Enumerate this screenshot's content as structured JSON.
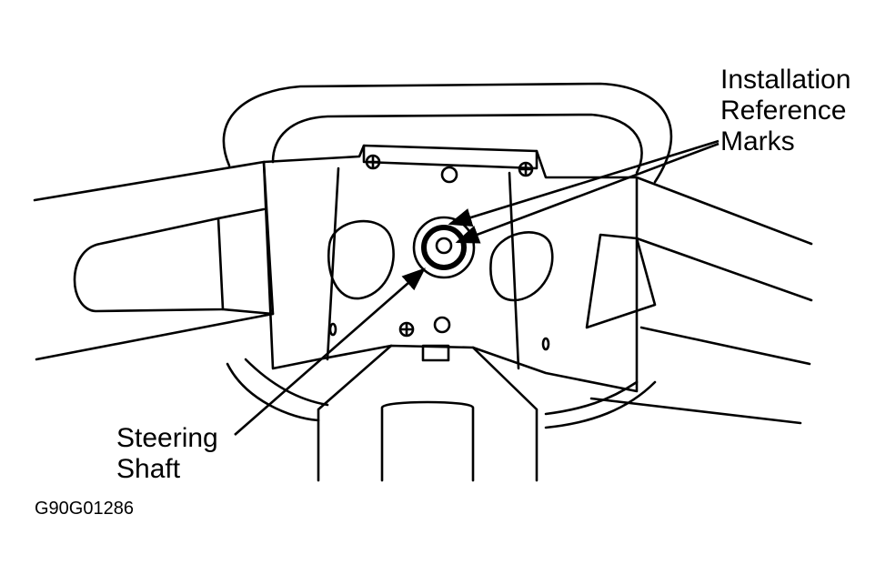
{
  "labels": {
    "installation_marks": [
      "Installation",
      "Reference",
      "Marks"
    ],
    "steering_shaft": [
      "Steering",
      "Shaft"
    ]
  },
  "figure_code": "G90G01286",
  "colors": {
    "ink": "#000000",
    "paper": "#ffffff"
  }
}
